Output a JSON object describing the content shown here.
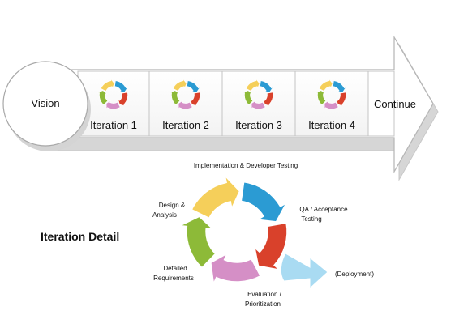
{
  "roadmap": {
    "vision_label": "Vision",
    "continue_label": "Continue",
    "iterations": [
      {
        "label": "Iteration 1"
      },
      {
        "label": "Iteration 2"
      },
      {
        "label": "Iteration 3"
      },
      {
        "label": "Iteration 4"
      }
    ]
  },
  "detail": {
    "title": "Iteration Detail",
    "phases": [
      {
        "label_lines": [
          "Implementation & Developer Testing"
        ],
        "color": "#2b9bd3",
        "icon": "arc-arrow"
      },
      {
        "label_lines": [
          "QA / Acceptance",
          "Testing"
        ],
        "color": "#d9412b",
        "icon": "arc-arrow"
      },
      {
        "label_lines": [
          "Evaluation /",
          "Prioritization"
        ],
        "color": "#d58fc6",
        "icon": "arc-arrow"
      },
      {
        "label_lines": [
          "Detailed",
          "Requirements"
        ],
        "color": "#8dba38",
        "icon": "arc-arrow"
      },
      {
        "label_lines": [
          "Design &",
          "Analysis"
        ],
        "color": "#f5cf5a",
        "icon": "arc-arrow"
      }
    ],
    "deployment": {
      "label": "(Deployment)",
      "color": "#a9dbf2",
      "icon": "exit-arrow"
    }
  }
}
